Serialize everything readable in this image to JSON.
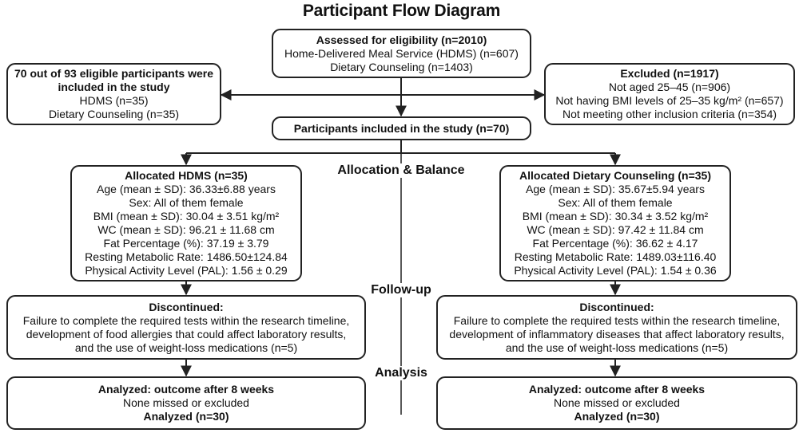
{
  "title": "Participant Flow Diagram",
  "assessed": {
    "heading": "Assessed for eligibility (n=2010)",
    "line1": "Home-Delivered Meal Service (HDMS) (n=607)",
    "line2": "Dietary Counseling (n=1403)"
  },
  "included_left": {
    "heading1": "70 out of 93 eligible participants were",
    "heading2": "included in the study",
    "line1": "HDMS (n=35)",
    "line2": "Dietary Counseling (n=35)"
  },
  "excluded": {
    "heading": "Excluded (n=1917)",
    "line1": "Not aged 25–45 (n=906)",
    "line2": "Not having BMI levels of 25–35 kg/m² (n=657)",
    "line3": "Not meeting other inclusion criteria (n=354)"
  },
  "included": {
    "heading": "Participants included in the study (n=70)"
  },
  "stages": {
    "allocation": "Allocation & Balance",
    "followup": "Follow-up",
    "analysis": "Analysis"
  },
  "alloc_hdms": {
    "heading": "Allocated HDMS (n=35)",
    "lines": [
      "Age (mean ± SD): 36.33±6.88 years",
      "Sex: All of them female",
      "BMI (mean ± SD): 30.04 ± 3.51 kg/m²",
      "WC (mean ± SD): 96.21 ± 11.68 cm",
      "Fat Percentage (%): 37.19 ± 3.79",
      "Resting Metabolic Rate: 1486.50±124.84",
      "Physical Activity Level (PAL): 1.56 ± 0.29"
    ]
  },
  "alloc_dc": {
    "heading": "Allocated Dietary Counseling (n=35)",
    "lines": [
      "Age (mean ± SD): 35.67±5.94 years",
      "Sex: All of them female",
      "BMI (mean ± SD): 30.34 ± 3.52 kg/m²",
      "WC (mean ± SD): 97.42 ± 11.84 cm",
      "Fat Percentage (%): 36.62 ± 4.17",
      "Resting Metabolic Rate: 1489.03±116.40",
      "Physical Activity Level (PAL): 1.54 ± 0.36"
    ]
  },
  "disc_hdms": {
    "heading": "Discontinued:",
    "lines": [
      "Failure to complete the required tests within the research timeline,",
      "development of food allergies that could affect laboratory results,",
      "and the use of weight-loss medications (n=5)"
    ]
  },
  "disc_dc": {
    "heading": "Discontinued:",
    "lines": [
      "Failure to complete the required tests within the research timeline,",
      "development of inflammatory diseases that affect laboratory results,",
      "and the use of weight-loss medications (n=5)"
    ]
  },
  "analyzed_hdms": {
    "heading": "Analyzed: outcome after 8 weeks",
    "line1": "None missed or excluded",
    "line2": "Analyzed (n=30)"
  },
  "analyzed_dc": {
    "heading": "Analyzed: outcome after 8 weeks",
    "line1": "None missed or excluded",
    "line2": "Analyzed (n=30)"
  }
}
